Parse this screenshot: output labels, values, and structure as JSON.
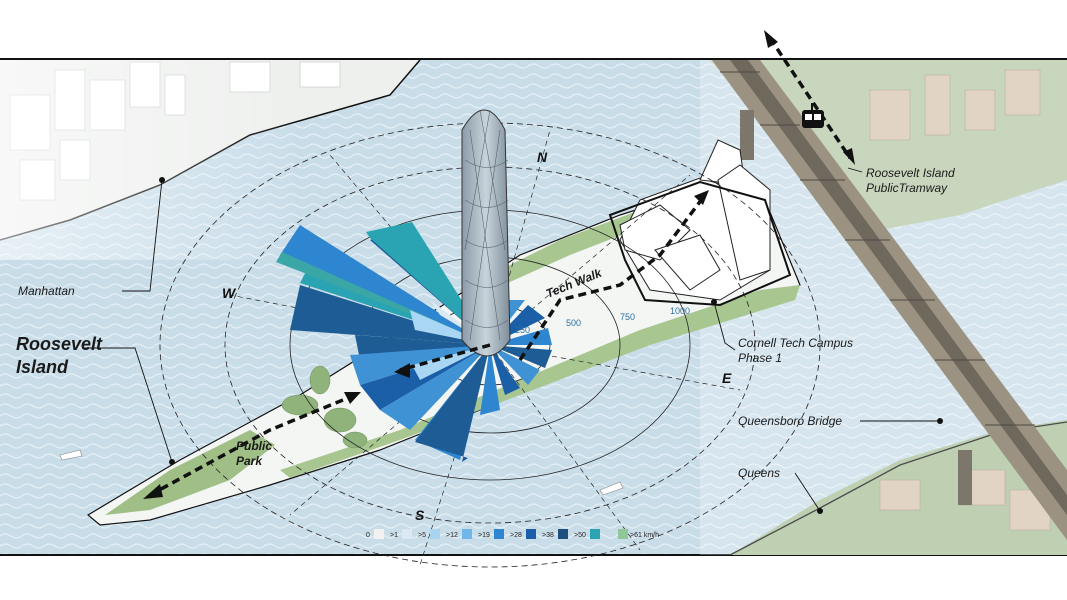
{
  "labels": {
    "manhattan": "Manhattan",
    "roosevelt_line1": "Roosevelt",
    "roosevelt_line2": "Island",
    "park_line1": "Public",
    "park_line2": "Park",
    "tech_walk": "Tech Walk",
    "tramway_line1": "Roosevelt Island",
    "tramway_line2": "PublicTramway",
    "cornell_line1": "Cornell Tech Campus",
    "cornell_line2": "Phase 1",
    "queensboro": "Queensboro Bridge",
    "queens": "Queens"
  },
  "compass": {
    "n": "N",
    "w": "W",
    "s": "S",
    "e": "E"
  },
  "rings": [
    "250",
    "500",
    "750",
    "1000"
  ],
  "legend": {
    "items": [
      {
        "label": "0",
        "color": "#f2f2f2"
      },
      {
        "label": ">1",
        "color": "#dbe9f5"
      },
      {
        "label": ">5",
        "color": "#a8d4f0"
      },
      {
        "label": ">12",
        "color": "#6fb6ea"
      },
      {
        "label": ">19",
        "color": "#2f86d0"
      },
      {
        "label": ">28",
        "color": "#1a5fa8"
      },
      {
        "label": ">38",
        "color": "#1f4f7e"
      },
      {
        "label": ">50",
        "color": "#2aa3b3"
      },
      {
        "label": ">61 km/h",
        "color": "#8fc79a"
      }
    ]
  },
  "colors": {
    "water": "#c9dde9",
    "island": "#f4f6f4",
    "park": "#9fbf86",
    "rose_dark": "#1e5c96",
    "rose_mid": "#3f93d4",
    "rose_light": "#a9d6f2",
    "rose_teal": "#3aa6a6"
  }
}
